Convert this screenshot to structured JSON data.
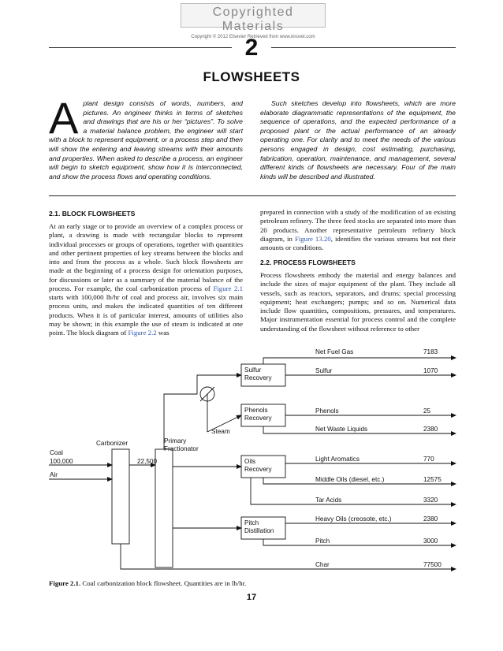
{
  "watermark": {
    "title": "Copyrighted Materials",
    "subtitle": "Copyright © 2012 Elsevier Retrieved from www.knovel.com"
  },
  "chapter": {
    "number": "2",
    "title": "FLOWSHEETS"
  },
  "intro": {
    "dropcap": "A",
    "left": "plant design consists of words, numbers, and pictures. An engineer thinks in terms of sketches and drawings that are his or her “pictures”. To solve a material balance problem, the engineer will start with a block to represent equipment, or a process step and then will show the entering and leaving streams with their amounts and properties. When asked to describe a process, an engineer will begin to sketch equipment, show how it is interconnected, and show the process flows and operating conditions.",
    "right": "Such sketches develop into flowsheets, which are more elaborate diagrammatic representations of the equipment, the sequence of operations, and the expected performance of a proposed plant or the actual performance of an already operating one. For clarity and to meet the needs of the various persons engaged in design, cost estimating, purchasing, fabrication, operation, maintenance, and management, several different kinds of flowsheets are necessary. Four of the main kinds will be described and illustrated."
  },
  "section1": {
    "heading": "2.1. BLOCK FLOWSHEETS",
    "p1_a": "At an early stage or to provide an overview of a complex process or plant, a drawing is made with rectangular blocks to represent individual processes or groups of operations, together with quantities and other pertinent properties of key streams between the blocks and into and from the process as a whole. Such block flowsheets are made at the beginning of a process design for orientation purposes, for discussions or later as a summary of the material balance of the process. For example, the coal carbonization process of ",
    "p1_link1": "Figure 2.1",
    "p1_b": " starts with 100,000 lb/hr of coal and process air, involves six main process units, and makes the indicated quantities of ten different products. When it is of particular interest, amounts of utilities also may be shown; in this example the use of steam is indicated at one point. The block diagram of ",
    "p1_link2": "Figure 2.2",
    "p1_c": " was",
    "p2_a": "prepared in connection with a study of the modification of an existing petroleum refinery. The three feed stocks are separated into more than 20 products. Another representative petroleum refinery block diagram, in ",
    "p2_link": "Figure 13.20",
    "p2_b": ", identifies the various streams but not their amounts or conditions."
  },
  "section2": {
    "heading": "2.2. PROCESS FLOWSHEETS",
    "p1": "Process flowsheets embody the material and energy balances and include the sizes of major equipment of the plant. They include all vessels, such as reactors, separators, and drums; special processing equipment; heat exchangers; pumps; and so on. Numerical data include flow quantities, compositions, pressures, and temperatures. Major instrumentation essential for process control and the complete understanding of the flowsheet without reference to other"
  },
  "diagram": {
    "blocks": {
      "carbonizer": "Carbonizer",
      "fractionator_1": "Primary",
      "fractionator_2": "Fractionator",
      "sulfur_1": "Sulfur",
      "sulfur_2": "Recovery",
      "phenols_1": "Phenols",
      "phenols_2": "Recovery",
      "oils_1": "Oils",
      "oils_2": "Recovery",
      "pitch_1": "Pitch",
      "pitch_2": "Distillation"
    },
    "inputs": {
      "coal": "Coal",
      "coal_rate": "100,000",
      "air": "Air",
      "intermediate": "22,500",
      "steam": "Steam"
    },
    "products": [
      {
        "name": "Net Fuel Gas",
        "rate": "7183"
      },
      {
        "name": "Sulfur",
        "rate": "1070"
      },
      {
        "name": "Phenols",
        "rate": "25"
      },
      {
        "name": "Net Waste Liquids",
        "rate": "2380"
      },
      {
        "name": "Light Aromatics",
        "rate": "770"
      },
      {
        "name": "Middle Oils (diesel, etc.)",
        "rate": "12575"
      },
      {
        "name": "Tar Acids",
        "rate": "3320"
      },
      {
        "name": "Heavy Oils (creosote, etc.)",
        "rate": "2380"
      },
      {
        "name": "Pitch",
        "rate": "3000"
      },
      {
        "name": "Char",
        "rate": "77500"
      }
    ]
  },
  "caption": {
    "label": "Figure 2.1.",
    "text": "Coal carbonization block flowsheet. Quantities are in lb/hr."
  },
  "page_number": "17"
}
